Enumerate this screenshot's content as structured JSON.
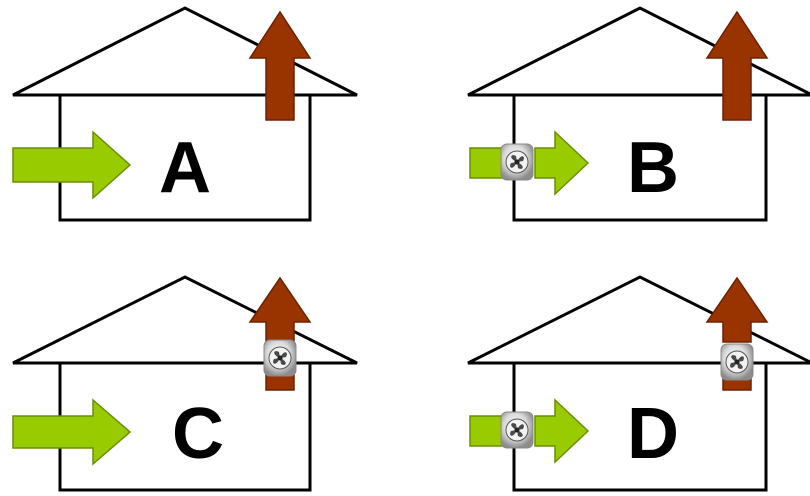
{
  "colors": {
    "outline": "#000000",
    "background": "#ffffff",
    "inflow_arrow": "#99cc00",
    "inflow_arrow_stroke": "#6a8f00",
    "exhaust_arrow": "#993300",
    "exhaust_arrow_stroke": "#6b2200",
    "fan_body": "#d9d9d9",
    "fan_blade": "#4a4a4a"
  },
  "panels": [
    {
      "label": "A",
      "intake_fan": false,
      "exhaust_fan": false
    },
    {
      "label": "B",
      "intake_fan": true,
      "exhaust_fan": false
    },
    {
      "label": "C",
      "intake_fan": false,
      "exhaust_fan": true
    },
    {
      "label": "D",
      "intake_fan": true,
      "exhaust_fan": true
    }
  ],
  "icons": {
    "intake": "green-arrow-icon",
    "exhaust": "brown-up-arrow-icon",
    "fan": "fan-icon"
  }
}
